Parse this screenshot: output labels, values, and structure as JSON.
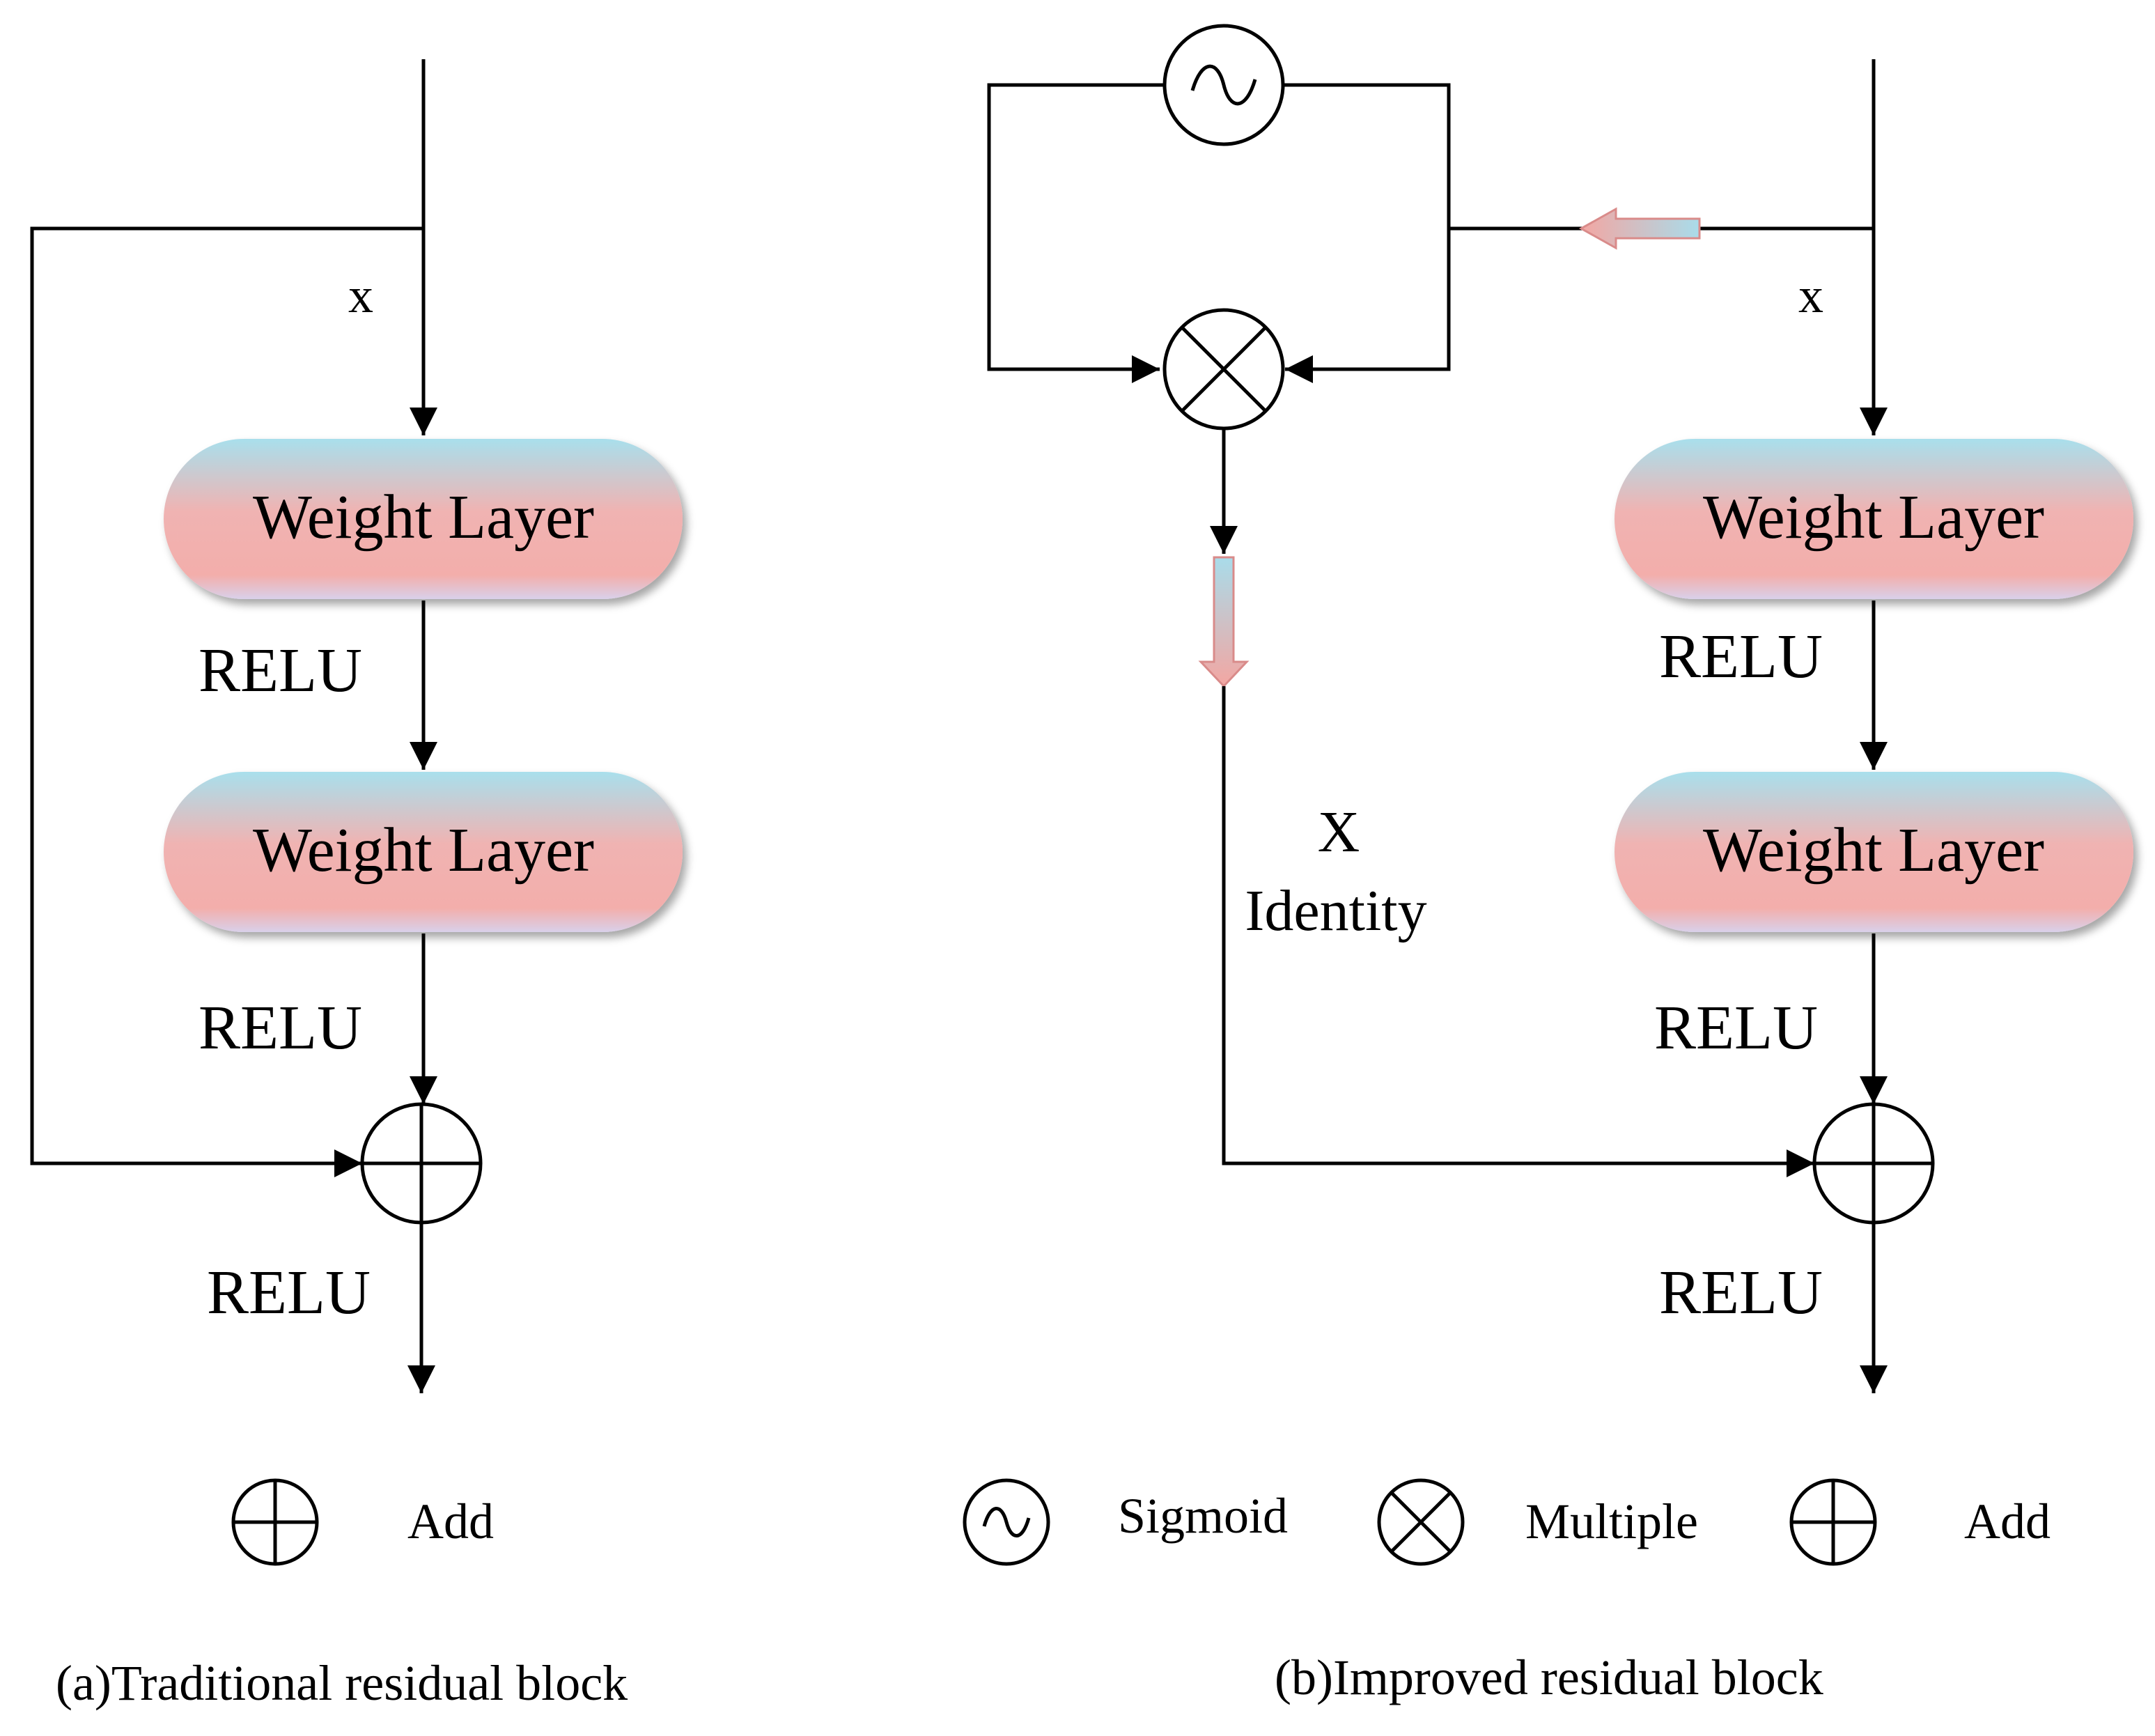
{
  "panel_a": {
    "input_label": "x",
    "weight_layer_1": "Weight Layer",
    "relu_1": "RELU",
    "weight_layer_2": "Weight Layer",
    "relu_2": "RELU",
    "relu_3": "RELU",
    "legend_add": "Add",
    "caption": "(a)Traditional residual block"
  },
  "panel_b": {
    "input_label": "x",
    "weight_layer_1": "Weight Layer",
    "relu_1": "RELU",
    "weight_layer_2": "Weight Layer",
    "relu_2": "RELU",
    "relu_3": "RELU",
    "identity_x": "X",
    "identity_label": "Identity",
    "legend_sigmoid": "Sigmoid",
    "legend_multiple": "Multiple",
    "legend_add": "Add",
    "caption": "(b)Improved residual block"
  },
  "colors": {
    "layer_top": "#a8dce8",
    "layer_bottom": "#f2aaa8",
    "line": "#000000"
  }
}
